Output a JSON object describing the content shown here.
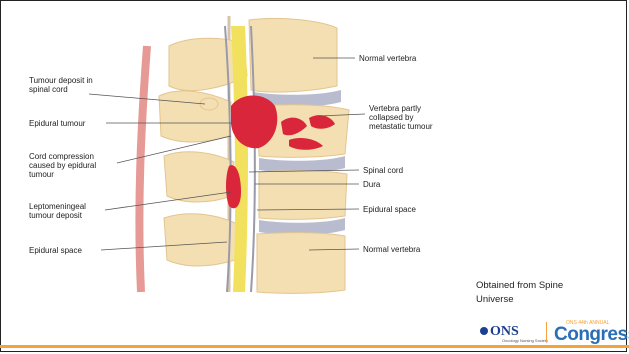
{
  "labels": {
    "tumour_deposit_line1": "Tumour deposit in",
    "tumour_deposit_line2": "spinal cord",
    "epidural_tumour": "Epidural tumour",
    "cord_compression_line1": "Cord compression",
    "cord_compression_line2": "caused by epidural",
    "cord_compression_line3": "tumour",
    "leptomeningeal_line1": "Leptomeningeal",
    "leptomeningeal_line2": "tumour deposit",
    "epidural_space_left": "Epidural space",
    "normal_vertebra_top": "Normal vertebra",
    "vertebra_collapsed_line1": "Vertebra partly",
    "vertebra_collapsed_line2": "collapsed by",
    "vertebra_collapsed_line3": "metastatic tumour",
    "spinal_cord": "Spinal cord",
    "dura": "Dura",
    "epidural_space_right": "Epidural space",
    "normal_vertebra_bottom": "Normal vertebra"
  },
  "credit": {
    "line1": "Obtained from Spine",
    "line2": "Universe"
  },
  "footer": {
    "ons": "ONS",
    "ons_tagline": "Oncology Nursing Society",
    "annual": "ONS 44th ANNUAL",
    "congress": "Congress"
  },
  "colors": {
    "bone": "#f4dfb3",
    "bone_dark": "#e8c88a",
    "disc": "#b9bccf",
    "cord": "#f2e15e",
    "tumour": "#d9263a",
    "footer_accent": "#f4a23a",
    "ons_blue": "#1d3f8f",
    "congress_blue": "#2a6fb5"
  }
}
